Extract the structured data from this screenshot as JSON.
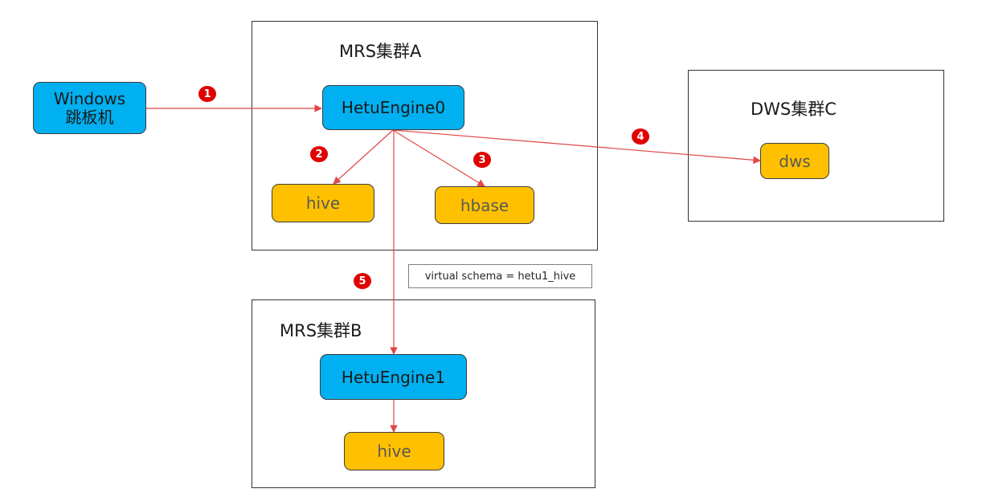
{
  "colors": {
    "edge": "#e04848",
    "engine_fill": "#00b0f0",
    "source_fill": "#ffc000",
    "badge": "#e00000"
  },
  "clusters": {
    "a": {
      "title": "MRS集群A"
    },
    "b": {
      "title": "MRS集群B"
    },
    "c": {
      "title": "DWS集群C"
    }
  },
  "nodes": {
    "windows": {
      "line1": "Windows",
      "line2": "跳板机"
    },
    "engine0": {
      "label": "HetuEngine0"
    },
    "hive_a": {
      "label": "hive"
    },
    "hbase_a": {
      "label": "hbase"
    },
    "dws": {
      "label": "dws"
    },
    "engine1": {
      "label": "HetuEngine1"
    },
    "hive_b": {
      "label": "hive"
    }
  },
  "note": {
    "text": "virtual schema = hetu1_hive"
  },
  "badges": [
    "1",
    "2",
    "3",
    "4",
    "5"
  ]
}
